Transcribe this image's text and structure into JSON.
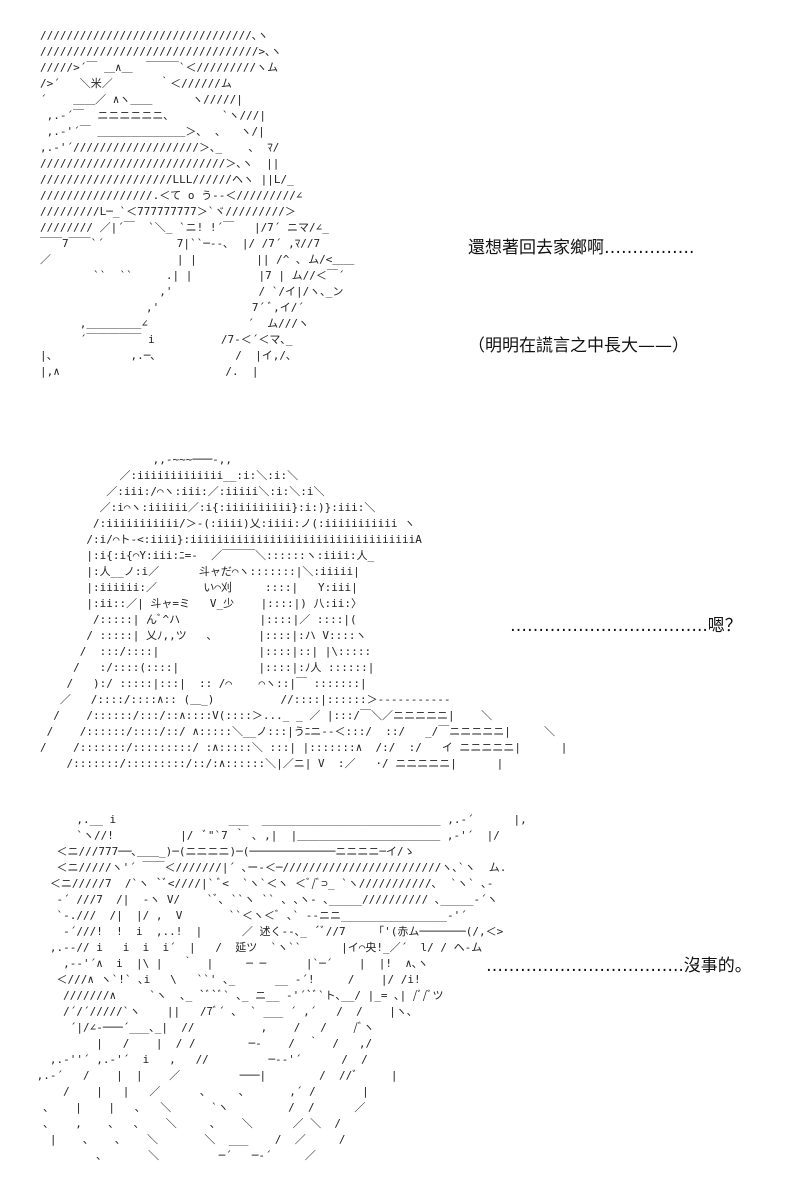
{
  "panels": [
    {
      "art": "////////////////////////////////､ヽ\n/////////////////////////////////>､ヽ\n/////>´￣ ＿∧＿  ￣￣￣`＜/////////ヽム\n/>´   ＼米／       ｀＜//////ム\n´    ＿＿／ ∧ヽ＿＿      ヽ/////|\n ,.-´￣  ニニニニニニ､        `ヽ///|\n ,.-'´￣ ＿＿＿＿＿＿＿＿＞､  ､   ヽ/|\n,.-'´///////////////////＞､_    ､  ﾏ/\n////////////////////////////＞､ヽ  ||\n////////////////////LLL//////ヘヽ ||L/_\n/////////////////.＜て o う--＜/////////∠\n/////////L─_`＜777777777＞`ヾ/////////＞\n//////// ／|´￣  `＼_ `ニ! !´￣   |/7´ ニマ/∠_\n￣￣7￣￣`´           7|``─--､  |/ /7´ ,ﾏ//7\n／                   | |         || /^ ､ ム/<＿＿\n        ``  ``     .| |          |7 | ム//＜￣´\n                  ,'             / `/イ|/ヽ､_ン\n                ,'              7´ ﾞ,イ/´\n      ,＿＿＿＿＿∠               ´  ム///ヽ\n      ´￣￣￣￣￣ i          /7-＜´＜マ､_\n|、           ,.─､            /  |イ,/､\n|,∧                         /.  |",
      "captions": [
        "還想著回去家鄉啊…………….",
        "（明明在謊言之中長大——）"
      ]
    },
    {
      "art": "                 ,,-~~~───-,,\n            ／:iiiiiiiiiiiii__:i:＼:i:＼\n          ／:iii:/⌒ヽ:iii:／:iiiii＼:i:＼:i＼\n         ／:i⌒ヽ:iiiiii／:i{:iiiiiiiiii}:i:)}:iii:＼\n        /:iiiiiiiiiii/＞-(:iiii)乂:iiii:ノ(:iiiiiiiiiii ヽ\n       /:i/⌒ト-<:iiii}:iiiiiiiiiiiiiiiiiiiiiiiiiiiiiiiiiiA\n       |:i{:i{⌒Y:iii:ﾆ=-  ／￣￣￣＼::::::ヽ:iiii:人_\n       |:人__ノ:i／      斗ャだ⌒ヽ:::::::|＼:iiiii|\n       |:iiiiii:／       い⌒刈     ::::|   Y:iii|\n       |:ii::／| 斗ャ=ミ   V_少    |::::|) 八:ii:〉\n        /:::::| んﾞ^ハ            |::::|／ ::::|(\n       / :::::| 乂ﾉ,,ツ   ､       |::::|:ハ V::::ヽ\n      /  :::/::::|               |::::|::| |\\:::::\n     /   :/::::(::::|            |::::|:ﾉ人 ::::::|\n    /   ):/ :::::|:::|  :: /⌒    ⌒ヽ::|￣ :::::::|\n   ／   /::::/::::∧:: (＿_)          //::::|::::::＞-----------\n  /    /::::::/:::/::∧::::V(::::＞..._ _ ／ |:::/￣＼／ニニニニニ|    ＼\n /    /::::::/::::/::/ ∧:::::＼__ノ:::|うﾆニ--＜:::/  ::/   _/￣ニニニニニ|     ＼\n/    /:::::::/:::::::::/ :∧:::::＼ :::| |:::::::∧  /:/  :/   イ ニニニニニ|      |\n    /:::::::/:::::::::/::/:∧::::::＼|／ニ| V  :／   ·/ ニニニニニ|      |",
      "captions": [
        "……………………………..嗯？"
      ]
    },
    {
      "art": "       ,.__ i                 ___  ___________________________ ,.-´      |,\n       `ヽ//!          |/  ﾞ\"`7 ｀ ､ ,|  |＿＿＿＿＿＿＿＿＿＿＿＿＿ ,-'´  |/\n    ＜ニ///777──､＿＿_)─(ニニニニ)─(─────────────ニニニニ─イ/ゝ\n    ＜ニ/////ヽ'´ ￣￣＜///////|´ ､ー-＜─////////////////////////ヽ､`ヽ  ム.\n   ＜ニ/////7  /`ヽ `ﾞ<////|` ﾞ<  `ヽ`＜ヽ ＜ﾞ/ﾞ⊃_ `ヽ///////////､  `ヽ` ､-\n    -´ ///7  /|  -ヽ V/    `ﾞ､ ``ヽ `` ､ ､ヽ- ､_____////////// ､_____-´ヽ\n    `-.///  /|  |/ ,  V       ``＜ヽ＜ﾞ ､` --ニニ________________-'´\n     -´///!  !  i  ,..!  |      ／ 述く--､_ ´ﾞ//7     ｢'(赤ム───────(/,＜>\n   ,.--// i   i  i  i´  |   /  延ツ  `ヽ``      |イ⌒央!_／´  l/ / ヘ-ム\n     ,--'´∧  i  |\\ |   ｀  |     ─ ─      |`─´    |  |!  ∧､ヽ\n    ＜///∧ ヽ`!` ､i   \\   ``' ､_      __ -´!     /    |/ /i!\n     ///////∧     `ヽ  ､_ `ﾞ`ﾞ` ､_ ニ__ -'´`ﾞ`ト､__/ |_= ､| /ﾞ/ﾞツ\n     /´/´/////`ヽ    ||   /7ﾞ´ ､  ` ___ ´ ,´   /  /    |ヽ､\n      ´|/∠-───´___､_|  //          ,    /   /    /ﾞヽ\n          |   /    |  / /        ─-    /  ｀  /   ,/\n   ,.-''´ ,.-'´  i   ,   //         ─--'´      /  /\n ,.-´   /    |  |    ／         ───|        /  //ﾞ     |\n     /    |   |   ／      ､     、      ,´ /       |\n  ､    |    |   ､   ＼      `ヽ         /  /      ／\n  ､    ,    ､   ､    ＼     ､    ＼      ／ ＼  /\n   |    ､    ､    ＼       ＼  ___    /  ／     /\n          ､       ＼         ─´   ─-´     ／",
      "captions": [
        "……………………………..沒事的。"
      ]
    }
  ]
}
